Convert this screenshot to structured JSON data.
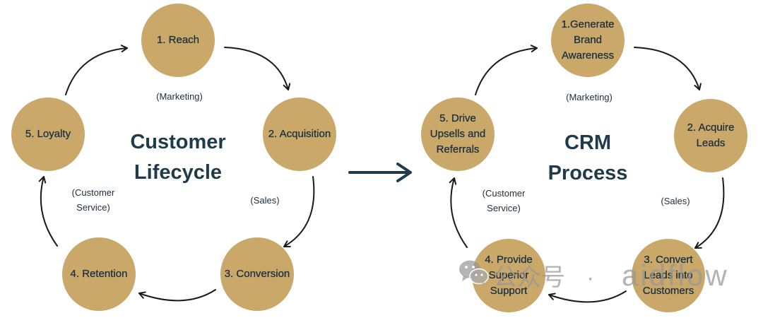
{
  "colors": {
    "circle_fill": "#C9A86A",
    "stage_text": "#1D3040",
    "title_text": "#1F3B4B",
    "cycle_arrow": "#1A1A1A",
    "transition_arrow": "#1F3B4B"
  },
  "left_cycle": {
    "title_lines": [
      "Customer",
      "Lifecycle"
    ],
    "stages": [
      {
        "lines": [
          "1. Reach"
        ]
      },
      {
        "lines": [
          "2. Acquisition"
        ]
      },
      {
        "lines": [
          "3. Conversion"
        ]
      },
      {
        "lines": [
          "4. Retention"
        ]
      },
      {
        "lines": [
          "5. Loyalty"
        ]
      }
    ],
    "phases": {
      "marketing": [
        "(Marketing)"
      ],
      "sales": [
        "(Sales)"
      ],
      "service": [
        "(Customer",
        "Service)"
      ]
    }
  },
  "transition_arrow_icon": "long-right-arrow-icon",
  "right_cycle": {
    "title_lines": [
      "CRM",
      "Process"
    ],
    "stages": [
      {
        "lines": [
          "1.Generate",
          "Brand",
          "Awareness"
        ]
      },
      {
        "lines": [
          "2. Acquire",
          "Leads"
        ]
      },
      {
        "lines": [
          "3. Convert",
          "Leads into",
          "Customers"
        ]
      },
      {
        "lines": [
          "4. Provide",
          "Superior",
          "Support"
        ]
      },
      {
        "lines": [
          "5. Drive",
          "Upsells and",
          "Referrals"
        ]
      }
    ],
    "phases": {
      "marketing": [
        "(Marketing)"
      ],
      "sales": [
        "(Sales)"
      ],
      "service": [
        "(Customer",
        "Service)"
      ]
    }
  },
  "watermark": {
    "icon": "wechat-icon",
    "label": "公众号",
    "separator": "·",
    "name": "aidflow"
  }
}
